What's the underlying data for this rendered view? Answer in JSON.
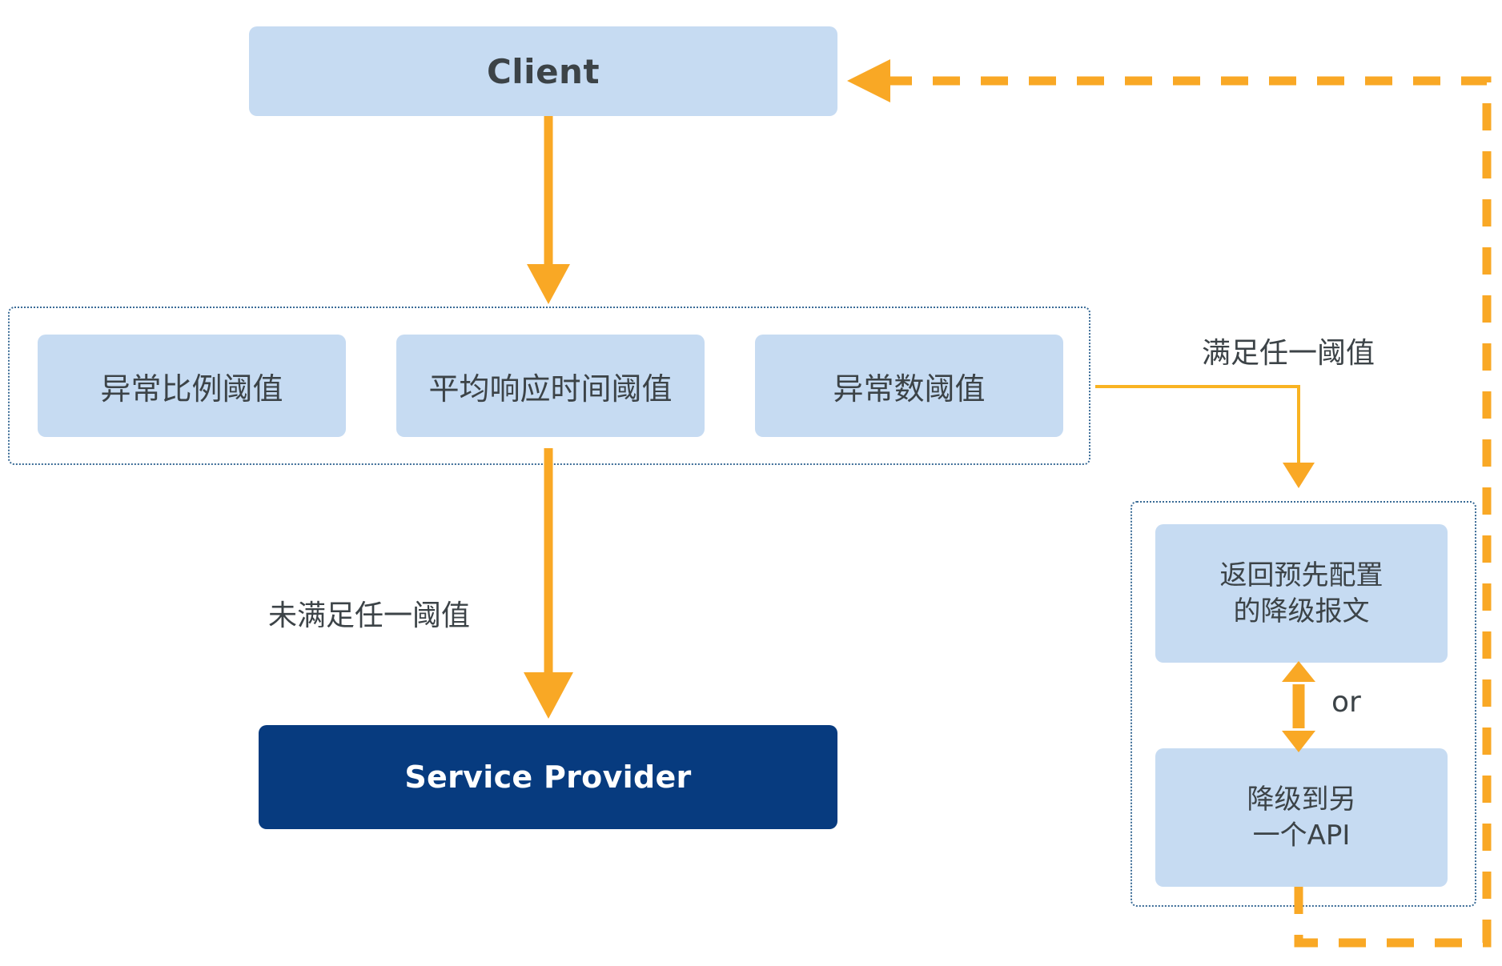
{
  "diagram": {
    "type": "flowchart",
    "title_none": "",
    "colors": {
      "node_fill_light": "#c6dbf2",
      "node_fill_navy": "#073b7f",
      "arrow_orange": "#f9a825",
      "arrow_orange_thin": "#f5b324",
      "group_border": "#3a6b96",
      "text_dark": "#3c4347",
      "text_light": "#ffffff",
      "background": "#ffffff"
    },
    "nodes": {
      "client": {
        "label": "Client"
      },
      "service_provider": {
        "label": "Service Provider"
      },
      "threshold_group": {
        "items": [
          {
            "label": "异常比例阈值"
          },
          {
            "label": "平均响应时间阈值"
          },
          {
            "label": "异常数阈值"
          }
        ]
      },
      "fallback_group": {
        "items": [
          {
            "label": "返回预先配置\n的降级报文",
            "line1": "返回预先配置",
            "line2": "的降级报文"
          },
          {
            "label": "降级到另\n一个API",
            "line1": "降级到另",
            "line2": "一个API"
          }
        ],
        "connector_label": "or"
      }
    },
    "edges": [
      {
        "id": "client-to-thresholds",
        "from": "client",
        "to": "threshold_group",
        "label": "",
        "style": "solid-arrow"
      },
      {
        "id": "thresholds-to-sp",
        "from": "threshold_group",
        "to": "service_provider",
        "label": "未满足任一阈值",
        "style": "solid-arrow"
      },
      {
        "id": "thresholds-to-fallback",
        "from": "threshold_group",
        "to": "fallback_group",
        "label": "满足任一阈值",
        "style": "thin-elbow-arrow"
      },
      {
        "id": "fallback-to-client",
        "from": "fallback_group",
        "to": "client",
        "label": "",
        "style": "dashed-return-arrow"
      }
    ],
    "edge_labels": {
      "not_met": "未满足任一阈值",
      "met": "满足任一阈值"
    }
  }
}
